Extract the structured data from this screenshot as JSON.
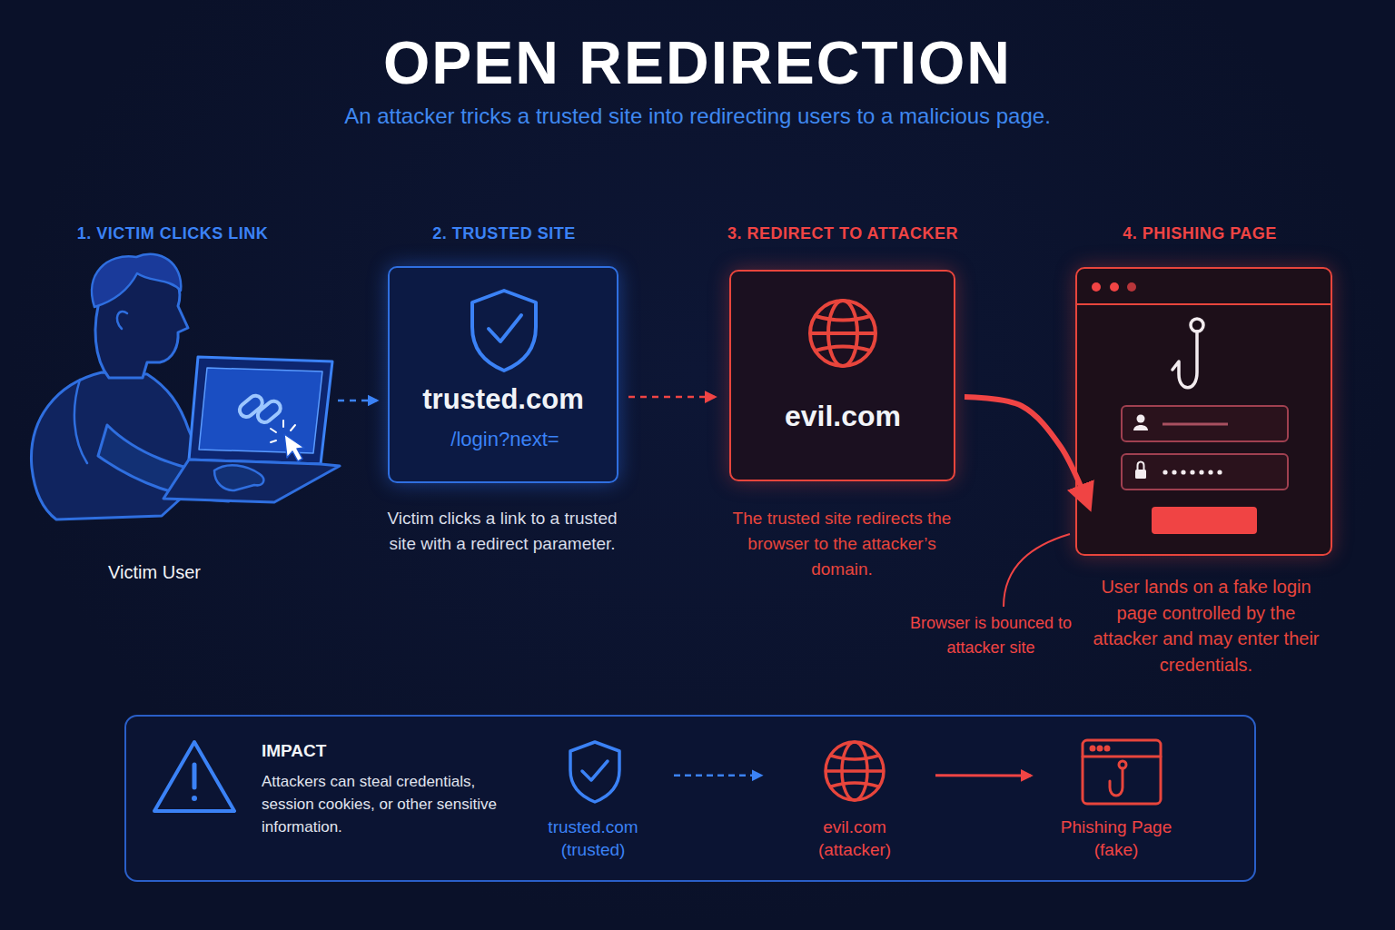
{
  "diagram": {
    "title": "OPEN REDIRECTION",
    "nodes": [
      {
        "text": [
          "1. VICTIM CLICKS LINK",
          "Victim User"
        ]
      },
      {
        "text": [
          "2. TRUSTED SITE",
          "trusted.com",
          "/login?next=",
          "Victim clicks a link to a trusted site with a redirect parameter."
        ]
      },
      {
        "text": [
          "3. REDIRECT TO ATTACKER",
          "evil.com",
          "The trusted site redirects the browser to the attacker’s domain."
        ]
      },
      {
        "text": [
          "4. PHISHING PAGE",
          "User lands on a fake login page controlled by the attacker and may enter their credentials."
        ]
      },
      {
        "text": [
          "IMPACT",
          "Attackers can steal credentials, session cookies, or other sensitive information."
        ]
      },
      {
        "text": [
          "trusted.com (trusted)"
        ],
        "in": 4
      },
      {
        "text": [
          "evil.com (attacker)"
        ],
        "in": 4
      },
      {
        "text": [
          "Phishing Page (fake)"
        ],
        "in": 4
      }
    ],
    "edges": [
      {
        "from": 0,
        "to": 1,
        "arrow": "to"
      },
      {
        "from": 1,
        "to": 2,
        "arrow": "to"
      },
      {
        "from": 2,
        "to": 3,
        "label": "Browser is bounced to attacker site",
        "arrow": "to"
      },
      {
        "from": 5,
        "to": 6,
        "arrow": "to"
      },
      {
        "from": 6,
        "to": 7,
        "arrow": "to"
      }
    ],
    "labels": [
      "An attacker tricks a trusted site into redirecting users to a malicious page."
    ]
  }
}
